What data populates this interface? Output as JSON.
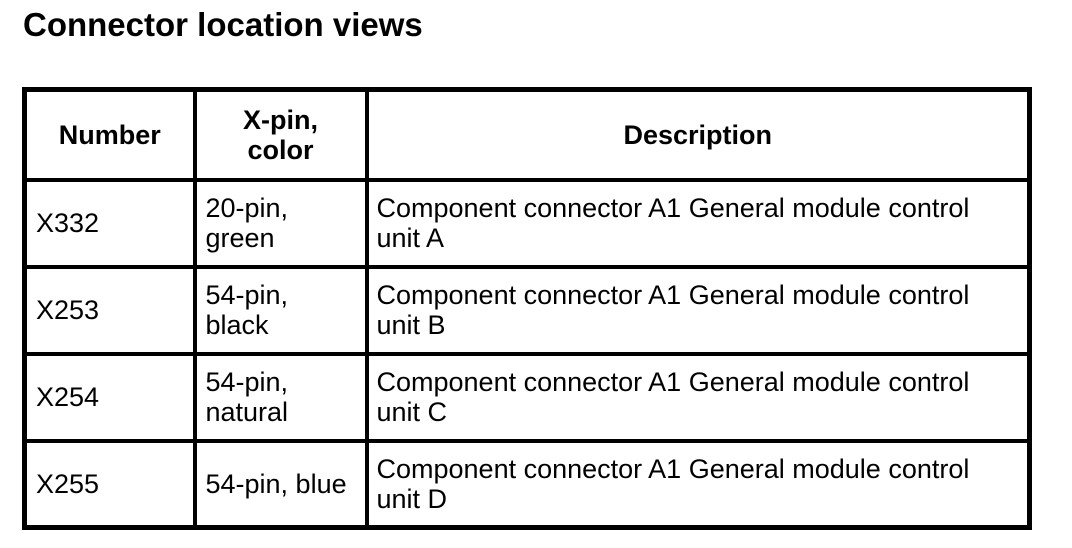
{
  "page": {
    "title": "Connector location views",
    "background": "#ffffff",
    "text_color": "#000000"
  },
  "table": {
    "border_color": "#000000",
    "headers": {
      "number": "Number",
      "pin_color": "X-pin,\ncolor",
      "description": "Description"
    },
    "rows": [
      {
        "number": "X332",
        "pin_color": "20-pin,\ngreen",
        "description": "Component connector A1 General module control unit A"
      },
      {
        "number": "X253",
        "pin_color": "54-pin,\nblack",
        "description": "Component connector A1 General module control unit B"
      },
      {
        "number": "X254",
        "pin_color": "54-pin,\nnatural",
        "description": "Component connector A1 General module control unit C"
      },
      {
        "number": "X255",
        "pin_color": "54-pin, blue",
        "description": "Component connector A1 General module control unit D"
      }
    ]
  }
}
